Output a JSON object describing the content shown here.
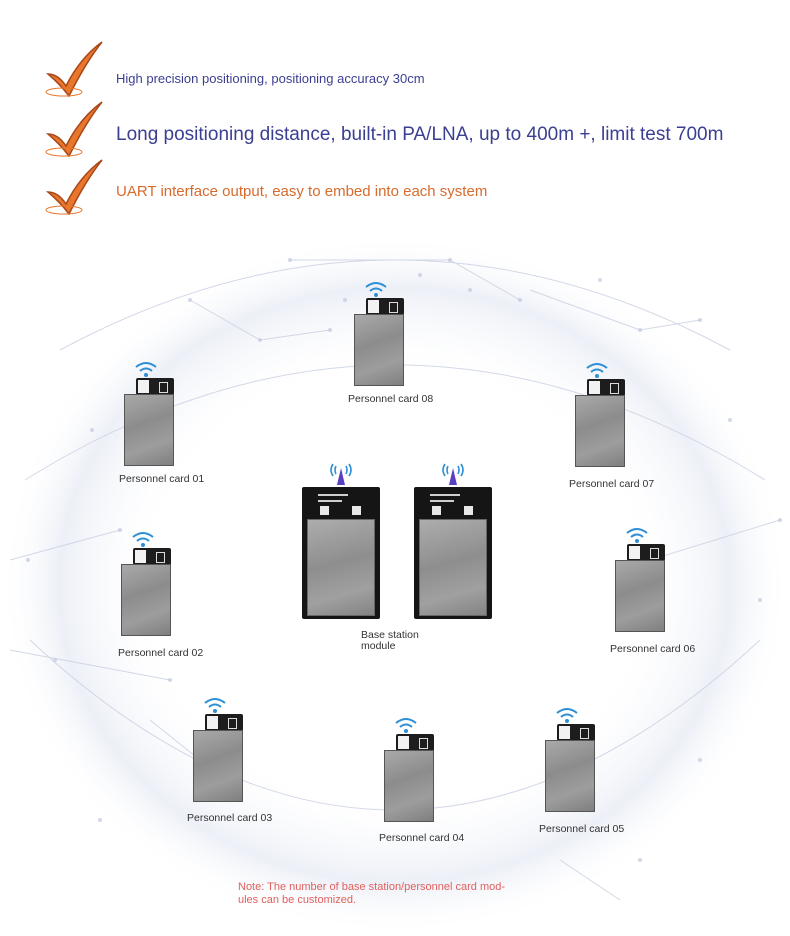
{
  "features": [
    {
      "text": "High precision positioning, positioning accuracy 30cm",
      "color": "#3b3f92"
    },
    {
      "text": "Long positioning distance, built-in PA/LNA, up to 400m +, limit test 700m",
      "color": "#3b3f92"
    },
    {
      "text": "UART interface output, easy to embed into each system",
      "color": "#d86a2c"
    }
  ],
  "cards": {
    "c01": "Personnel card 01",
    "c02": "Personnel card 02",
    "c03": "Personnel card 03",
    "c04": "Personnel card 04",
    "c05": "Personnel card 05",
    "c06": "Personnel card 06",
    "c07": "Personnel card 07",
    "c08": "Personnel card 08"
  },
  "base_station": {
    "line1": "Base station",
    "line2": "module"
  },
  "note": {
    "line1": "Note: The number of base station/personnel card mod-",
    "line2": "ules can be customized."
  },
  "colors": {
    "check": "#e8762b",
    "wifi": "#2d8fd6",
    "antenna": "#5a3fbf",
    "note": "#e0605e"
  },
  "icons": {
    "check": "check-mark-icon",
    "wifi": "wifi-signal-icon",
    "antenna": "antenna-signal-icon"
  }
}
